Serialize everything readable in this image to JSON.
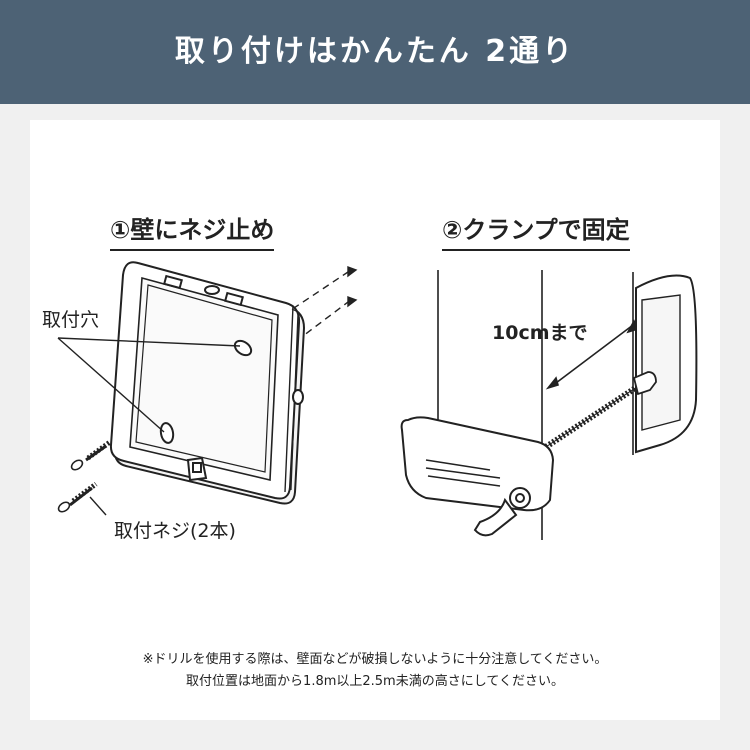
{
  "header": {
    "title": "取り付けはかんたん 2通り",
    "bg": "#4d6275"
  },
  "method1": {
    "title": "①壁にネジ止め",
    "hole_label": "取付穴",
    "screw_label": "取付ネジ(2本)"
  },
  "method2": {
    "title": "②クランプで固定",
    "width_label": "10cmまで"
  },
  "notes": {
    "line1": "※ドリルを使用する際は、壁面などが破損しないように十分注意してください。",
    "line2": "取付位置は地面から1.8m以上2.5m未満の高さにしてください。"
  }
}
